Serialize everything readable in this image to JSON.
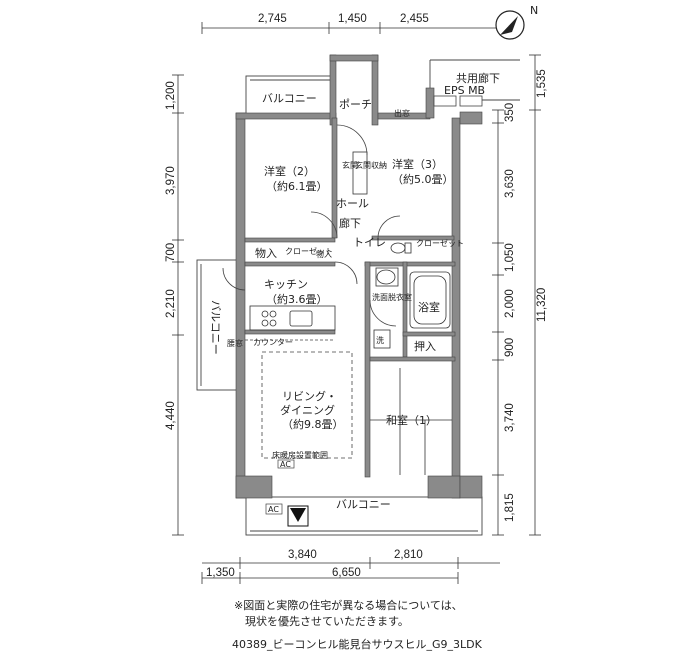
{
  "dimensions": {
    "top": [
      "2,745",
      "1,450",
      "2,455",
      "1,535"
    ],
    "right_inner": [
      "350",
      "3,630",
      "1,050",
      "2,000",
      "900",
      "3,740",
      "1,815"
    ],
    "right_total": "11,320",
    "left": [
      "1,200",
      "3,970",
      "700",
      "2,210",
      "4,440"
    ],
    "bottom_upper": [
      "3,840",
      "2,810"
    ],
    "bottom_lower": [
      "1,350",
      "6,650"
    ]
  },
  "rooms": {
    "balcony_top": "バルコニー",
    "porch": "ポーチ",
    "shared_corridor": "共用廊下",
    "eps_mb": "EPS MB",
    "entrance_door": "出窓",
    "western2_name": "洋室（2）",
    "western2_size": "（約6.1畳）",
    "western3_name": "洋室（3）",
    "western3_size": "（約5.0畳）",
    "genkan": "玄関",
    "genkan_storage": "玄関収納",
    "hall": "ホール",
    "corridor": "廊下",
    "storage": "物入",
    "closet": "クローゼット",
    "toilet": "トイレ",
    "kitchen_name": "キッチン",
    "kitchen_size": "（約3.6畳）",
    "wash": "洗面脱衣室",
    "bathroom": "浴室",
    "balcony_side": "バルコニー",
    "bay_window": "腰窓",
    "counter": "カウンター",
    "washer": "洗",
    "oshiire": "押入",
    "living_line1": "リビング・",
    "living_line2": "ダイニング",
    "living_size": "（約9.8畳）",
    "floor_heating": "床暖房設置範囲",
    "ac": "AC",
    "japanese_room": "和室（1）",
    "balcony_bottom": "バルコニー",
    "compass": "N"
  },
  "notes": {
    "line1": "※図面と実際の住宅が異なる場合については、",
    "line2": "　現状を優先させていただきます。",
    "caption": "40389_ビーコンヒル能見台サウスヒル_G9_3LDK"
  }
}
